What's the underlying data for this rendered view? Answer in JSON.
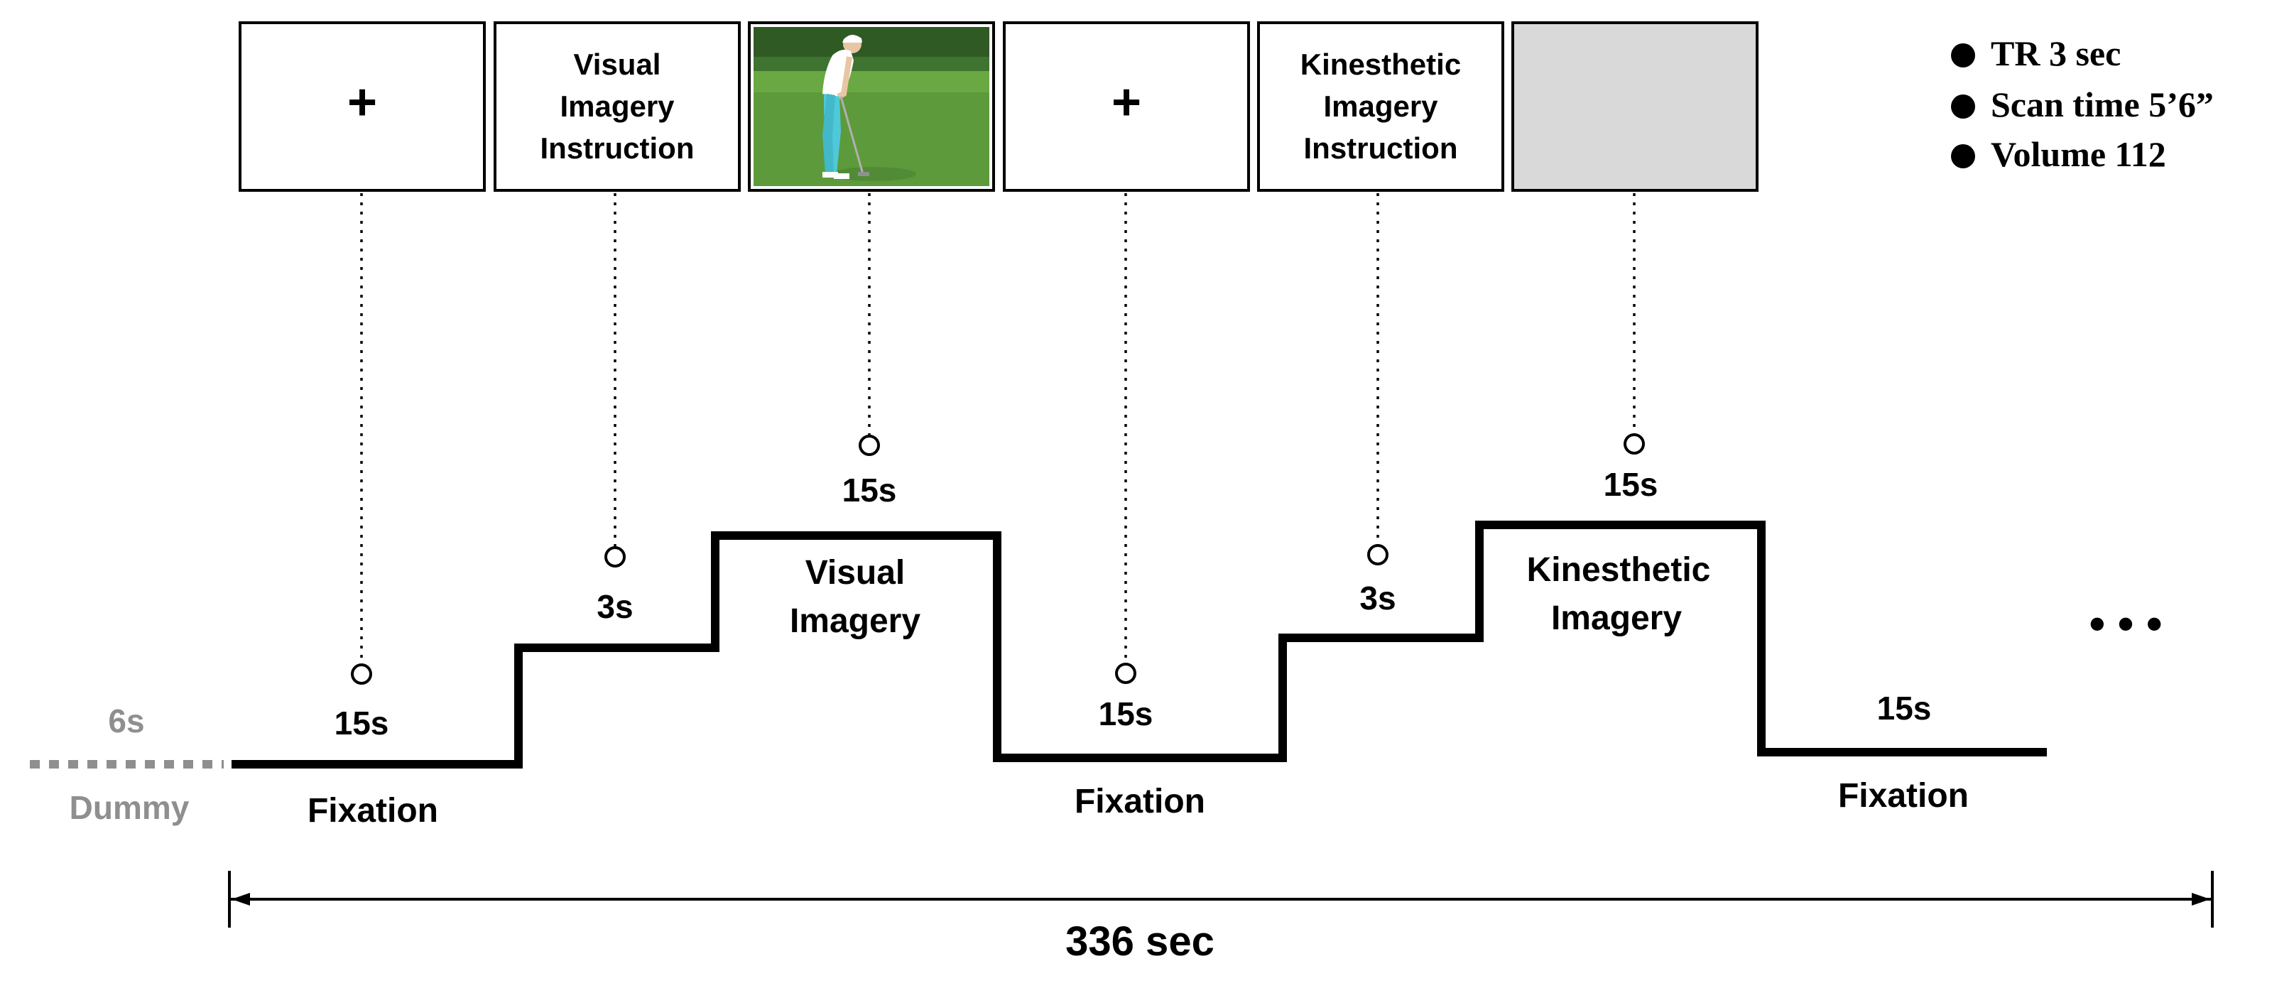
{
  "info_list": [
    "TR 3 sec",
    "Scan time 5’6”",
    "Volume 112"
  ],
  "screens": [
    {
      "type": "fixation",
      "symbol": "+"
    },
    {
      "type": "instruction",
      "lines": [
        "Visual",
        "Imagery",
        "Instruction"
      ]
    },
    {
      "type": "photo",
      "subject": "golfer putting on green"
    },
    {
      "type": "fixation",
      "symbol": "+"
    },
    {
      "type": "instruction",
      "lines": [
        "Kinesthetic",
        "Imagery",
        "Instruction"
      ]
    },
    {
      "type": "blank",
      "fill": "#d9d9d9"
    }
  ],
  "dummy": {
    "duration": "6s",
    "label": "Dummy",
    "color": "#8f8f8f"
  },
  "steps": [
    {
      "duration": "15s",
      "label": [
        "Fixation"
      ]
    },
    {
      "duration": "3s",
      "label": []
    },
    {
      "duration": "15s",
      "label": [
        "Visual",
        "Imagery"
      ]
    },
    {
      "duration": "15s",
      "label": [
        "Fixation"
      ]
    },
    {
      "duration": "3s",
      "label": []
    },
    {
      "duration": "15s",
      "label": [
        "Kinesthetic",
        "Imagery"
      ]
    },
    {
      "duration": "15s",
      "label": [
        "Fixation"
      ]
    }
  ],
  "continuation": "• • •",
  "total": "336 sec"
}
